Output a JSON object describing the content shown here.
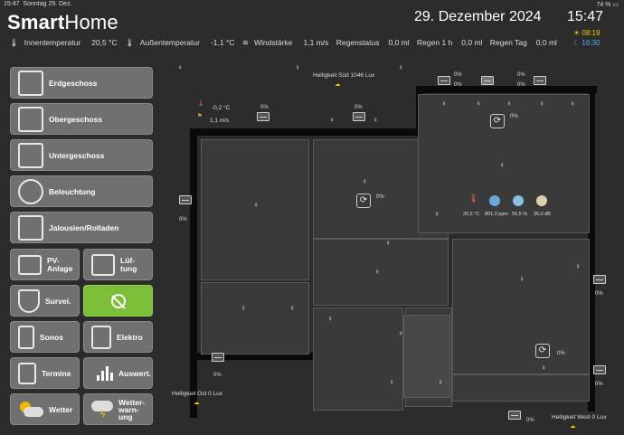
{
  "statusbar": {
    "time": "15:47",
    "date": "Sonntag 29. Dez.",
    "battery": "74 %"
  },
  "brand": {
    "smart": "Smart",
    "home": "Home"
  },
  "header": {
    "date": "29. Dezember 2024",
    "time": "15:47",
    "sunrise": "08:19",
    "sunset": "16:30"
  },
  "sensors": {
    "indoor_label": "Innentemperatur",
    "indoor_value": "20,5 °C",
    "outdoor_label": "Außentemperatur",
    "outdoor_value": "-1,1 °C",
    "wind_label": "Windstärke",
    "wind_value": "1,1 m/s",
    "rain_status_label": "Regenstatus",
    "rain_status_value": "0,0 ml",
    "rain_1h_label": "Regen 1 h",
    "rain_1h_value": "0,0 ml",
    "rain_day_label": "Regen Tag",
    "rain_day_value": "0,0 ml"
  },
  "nav": {
    "erdgeschoss": "Erdgeschoss",
    "obergeschoss": "Obergeschoss",
    "untergeschoss": "Untergeschoss",
    "beleuchtung": "Beleuchtung",
    "jalousien": "Jalousien/Rolladen",
    "pv": "PV-\nAnlage",
    "lueftung": "Lüf-\ntung",
    "survei": "Survei.",
    "sonos": "Sonos",
    "elektro": "Elektro",
    "termine": "Termine",
    "auswert": "Auswert.",
    "wetter": "Wetter",
    "wetterwarnung": "Wetter-\nwarn-\nung"
  },
  "plan": {
    "brightness_south": "Helligkeit Süd 1046 Lux",
    "brightness_east": "Helligkeit Ost 0 Lux",
    "brightness_west": "Helligkeit West 0 Lux",
    "outside_temp": "-0,2 °C",
    "outside_wind": "1,1 m/s",
    "room_temp": "20,5 °C",
    "room_co2": "801,0 ppm",
    "room_humidity": "50,5 %",
    "room_noise": "36,0 dB",
    "pct_0": "0%"
  }
}
